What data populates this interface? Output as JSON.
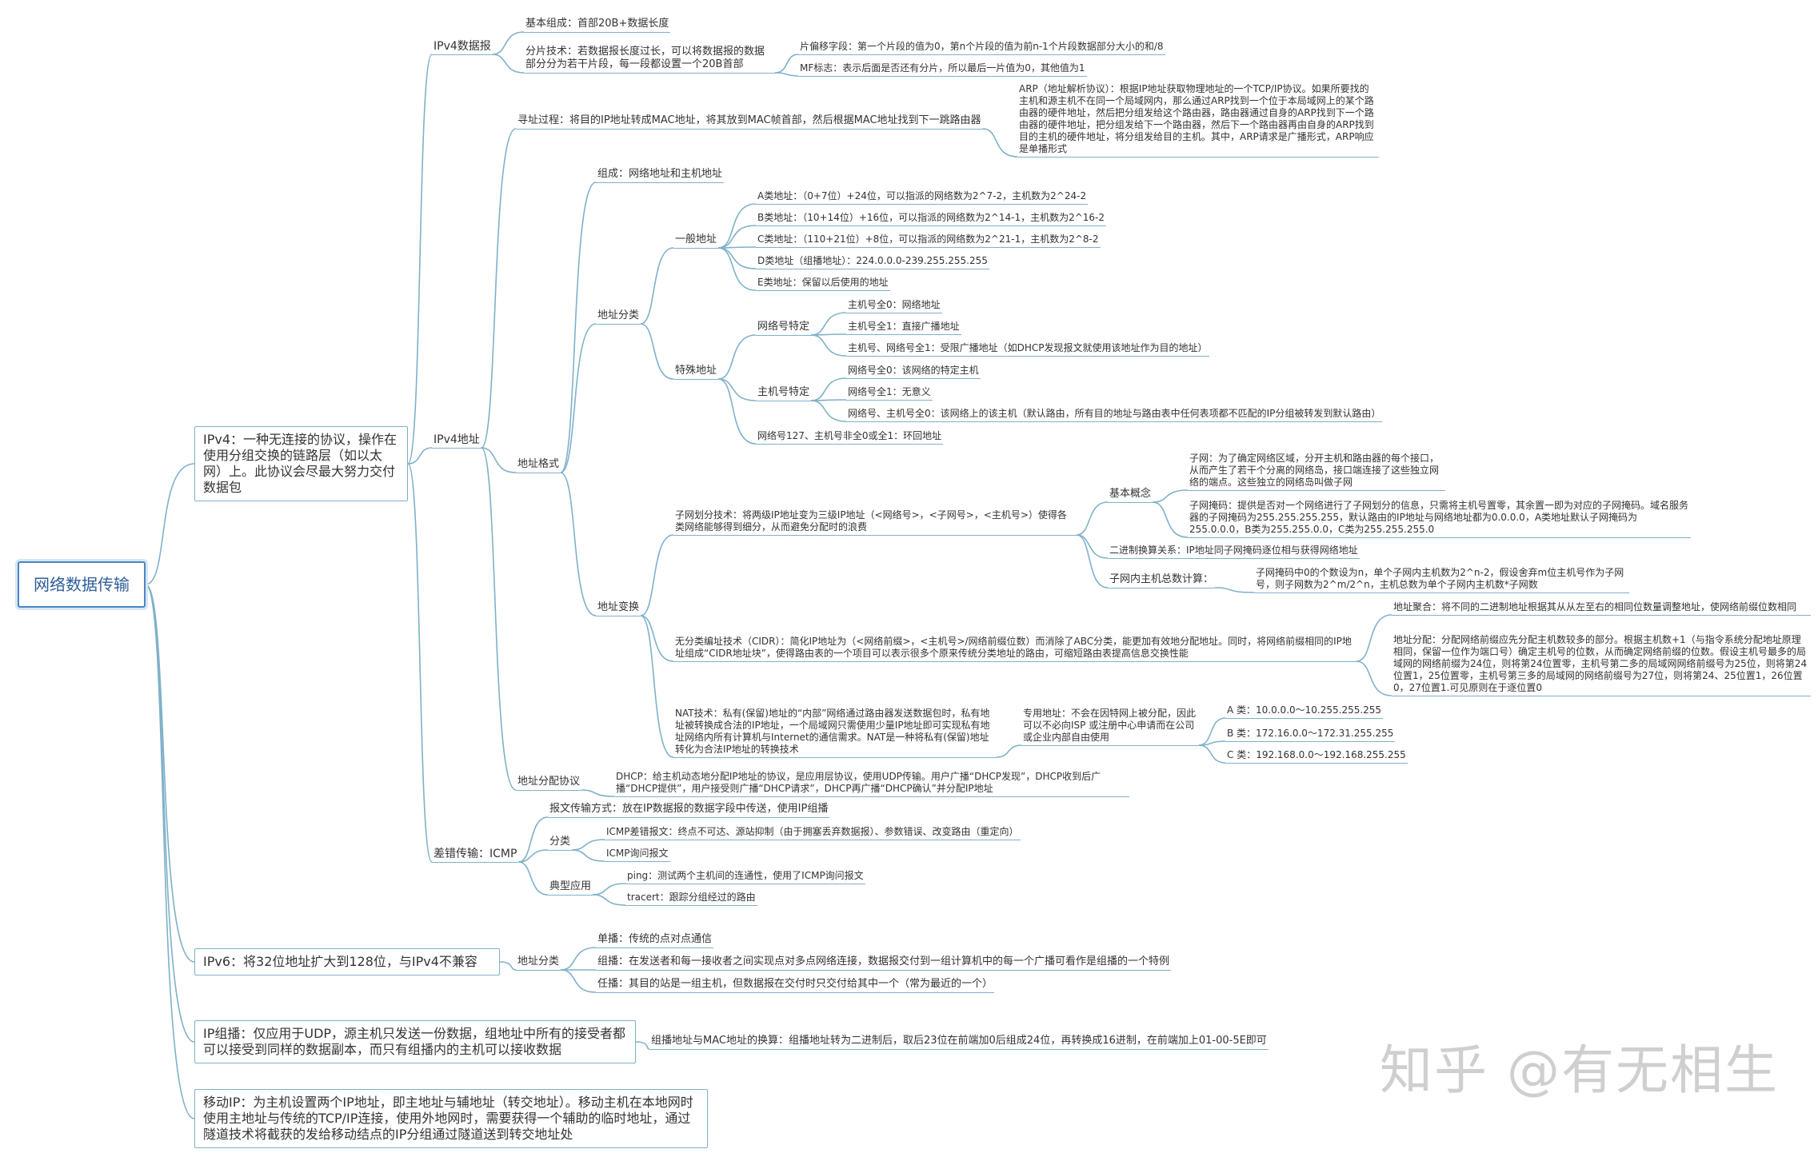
{
  "root": "网络数据传输",
  "ipv4": {
    "desc": "IPv4：一种无连接的协议，操作在使用分组交换的链路层（如以太网）上。此协议会尽最大努力交付数据包",
    "datagram": {
      "label": "IPv4数据报",
      "basic": "基本组成：首部20B+数据长度",
      "fragment": "分片技术：若数据报长度过长，可以将数据报的数据部分分为若干片段，每一段都设置一个20B首部",
      "offset": "片偏移字段：第一个片段的值为0，第n个片段的值为前n-1个片段数据部分大小的和/8",
      "mf": "MF标志：表示后面是否还有分片，所以最后一片值为0，其他值为1"
    },
    "address": {
      "label": "IPv4地址",
      "routing": "寻址过程：将目的IP地址转成MAC地址，将其放到MAC帧首部，然后根据MAC地址找到下一跳路由器",
      "arp": "ARP（地址解析协议）：根据IP地址获取物理地址的一个TCP/IP协议。如果所要找的主机和源主机不在同一个局域网内，那么通过ARP找到一个位于本局域网上的某个路由器的硬件地址，然后把分组发给这个路由器，路由器通过自身的ARP找到下一个路由器的硬件地址，把分组发给下一个路由器，然后下一个路由器再由自身的ARP找到目的主机的硬件地址，将分组发给目的主机。其中，ARP请求是广播形式，ARP响应是单播形式",
      "format": {
        "label": "地址格式",
        "composition": "组成：网络地址和主机地址",
        "classes": {
          "label": "地址分类",
          "general": {
            "label": "一般地址",
            "a": "A类地址：（0+7位）+24位，可以指派的网络数为2^7-2，主机数为2^24-2",
            "b": "B类地址：（10+14位）+16位，可以指派的网络数为2^14-1，主机数为2^16-2",
            "c": "C类地址：（110+21位）+8位，可以指派的网络数为2^21-1，主机数为2^8-2",
            "d": "D类地址（组播地址）：224.0.0.0-239.255.255.255",
            "e": "E类地址：保留以后使用的地址"
          },
          "special": {
            "label": "特殊地址",
            "net_fixed": {
              "label": "网络号特定",
              "h0": "主机号全0：网络地址",
              "h1": "主机号全1：直接广播地址",
              "nh1": "主机号、网络号全1：受限广播地址（如DHCP发现报文就使用该地址作为目的地址）"
            },
            "host_fixed": {
              "label": "主机号特定",
              "n0": "网络号全0：该网络的特定主机",
              "n1": "网络号全1：无意义",
              "nh0": "网络号、主机号全0：该网络上的该主机（默认路由，所有目的地址与路由表中任何表项都不匹配的IP分组被转发到默认路由）"
            },
            "loopback": "网络号127、主机号非全0或全1：环回地址"
          }
        },
        "transform": {
          "label": "地址变换",
          "subnet": {
            "label": "子网划分技术：将两级IP地址变为三级IP地址（<网络号>，<子网号>，<主机号>）使得各类网络能够得到细分，从而避免分配时的浪费",
            "basics": {
              "label": "基本概念",
              "subnet_def": "子网：为了确定网络区域，分开主机和路由器的每个接口，从而产生了若干个分离的网络岛，接口端连接了这些独立网络的端点。这些独立的网络岛叫做子网",
              "mask": "子网掩码：提供是否对一个网络进行了子网划分的信息，只需将主机号置零，其余置一即为对应的子网掩码。域名服务器的子网掩码为255.255.255.255，默认路由的IP地址与网络地址都为0.0.0.0，A类地址默认子网掩码为255.0.0.0，B类为255.255.0.0，C类为255.255.255.0"
            },
            "binary": "二进制换算关系：IP地址同子网掩码逐位相与获得网络地址",
            "count": {
              "label": "子网内主机总数计算：",
              "formula": "子网掩码中0的个数设为n，单个子网内主机数为2^n-2，假设舍弃m位主机号作为子网号，则子网数为2^m/2^n，主机总数为单个子网内主机数*子网数"
            }
          },
          "cidr": {
            "label": "无分类编址技术（CIDR）：简化IP地址为（<网络前缀>，<主机号>/网络前缀位数）而消除了ABC分类，能更加有效地分配地址。同时，将网络前缀相同的IP地址组成“CIDR地址块”，使得路由表的一个项目可以表示很多个原来传统分类地址的路由，可缩短路由表提高信息交换性能",
            "aggregation": "地址聚合：将不同的二进制地址根据其从从左至右的相同位数量调整地址，使网络前缀位数相同",
            "allocation": "地址分配：分配网络前缀应先分配主机数较多的部分。根据主机数+1（与指令系统分配地址原理相同，保留一位作为端口号）确定主机号的位数，从而确定网络前缀的位数。假设主机号最多的局域网的网络前缀为24位，则将第24位置零，主机号第二多的局域网网络前缀号为25位，则将第24位置1，25位置零，主机号第三多的局域网的网络前缀号为27位，则将第24、25位置1，26位置0，27位置1.可见原则在于逐位置0"
          },
          "nat": {
            "label": "NAT技术：私有(保留)地址的“内部”网络通过路由器发送数据包时，私有地址被转换成合法的IP地址，一个局域网只需使用少量IP地址即可实现私有地址网络内所有计算机与Internet的通信需求。NAT是一种将私有(保留)地址转化为合法IP地址的转换技术",
            "private": "专用地址：不会在因特网上被分配，因此可以不必向ISP 或注册中心申请而在公司或企业内部自由使用",
            "a": "A 类：10.0.0.0～10.255.255.255",
            "b": "B 类：172.16.0.0～172.31.255.255",
            "c": "C 类：192.168.0.0～192.168.255.255"
          }
        }
      },
      "alloc": {
        "label": "地址分配协议",
        "dhcp": "DHCP：给主机动态地分配IP地址的协议，是应用层协议，使用UDP传输。用户广播“DHCP发现”，DHCP收到后广播“DHCP提供”，用户接受则广播“DHCP请求”，DHCP再广播“DHCP确认”并分配IP地址"
      }
    },
    "icmp": {
      "label": "差错传输：ICMP",
      "transport": "报文传输方式：放在IP数据报的数据字段中传送，使用IP组播",
      "types": {
        "label": "分类",
        "error": "ICMP差错报文：终点不可达、源站抑制（由于拥塞丢弃数据报）、参数错误、改变路由（重定向）",
        "query": "ICMP询问报文"
      },
      "apps": {
        "label": "典型应用",
        "ping": "ping：测试两个主机间的连通性，使用了ICMP询问报文",
        "tracert": "tracert：跟踪分组经过的路由"
      }
    }
  },
  "ipv6": {
    "desc": "IPv6：将32位地址扩大到128位，与IPv4不兼容",
    "classes": {
      "label": "地址分类",
      "unicast": "单播：传统的点对点通信",
      "multicast": "组播：在发送者和每一接收者之间实现点对多点网络连接，数据报交付到一组计算机中的每一个广播可看作是组播的一个特例",
      "anycast": "任播：其目的站是一组主机，但数据报在交付时只交付给其中一个（常为最近的一个）"
    }
  },
  "multicast": {
    "desc": "IP组播：仅应用于UDP，源主机只发送一份数据，组地址中所有的接受者都可以接受到同样的数据副本，而只有组播内的主机可以接收数据",
    "mac": "组播地址与MAC地址的换算：组播地址转为二进制后，取后23位在前端加0后组成24位，再转换成16进制，在前端加上01-00-5E即可"
  },
  "mobile": {
    "desc": "移动IP：为主机设置两个IP地址，即主地址与辅地址（转交地址）。移动主机在本地网时使用主地址与传统的TCP/IP连接，使用外地网时，需要获得一个辅助的临时地址，通过隧道技术将截获的发给移动结点的IP分组通过隧道送到转交地址处"
  },
  "watermark": "知乎 @有无相生",
  "colors": {
    "edge": "#7fb1c9",
    "root_border": "#4a86c8",
    "text": "#333333"
  }
}
